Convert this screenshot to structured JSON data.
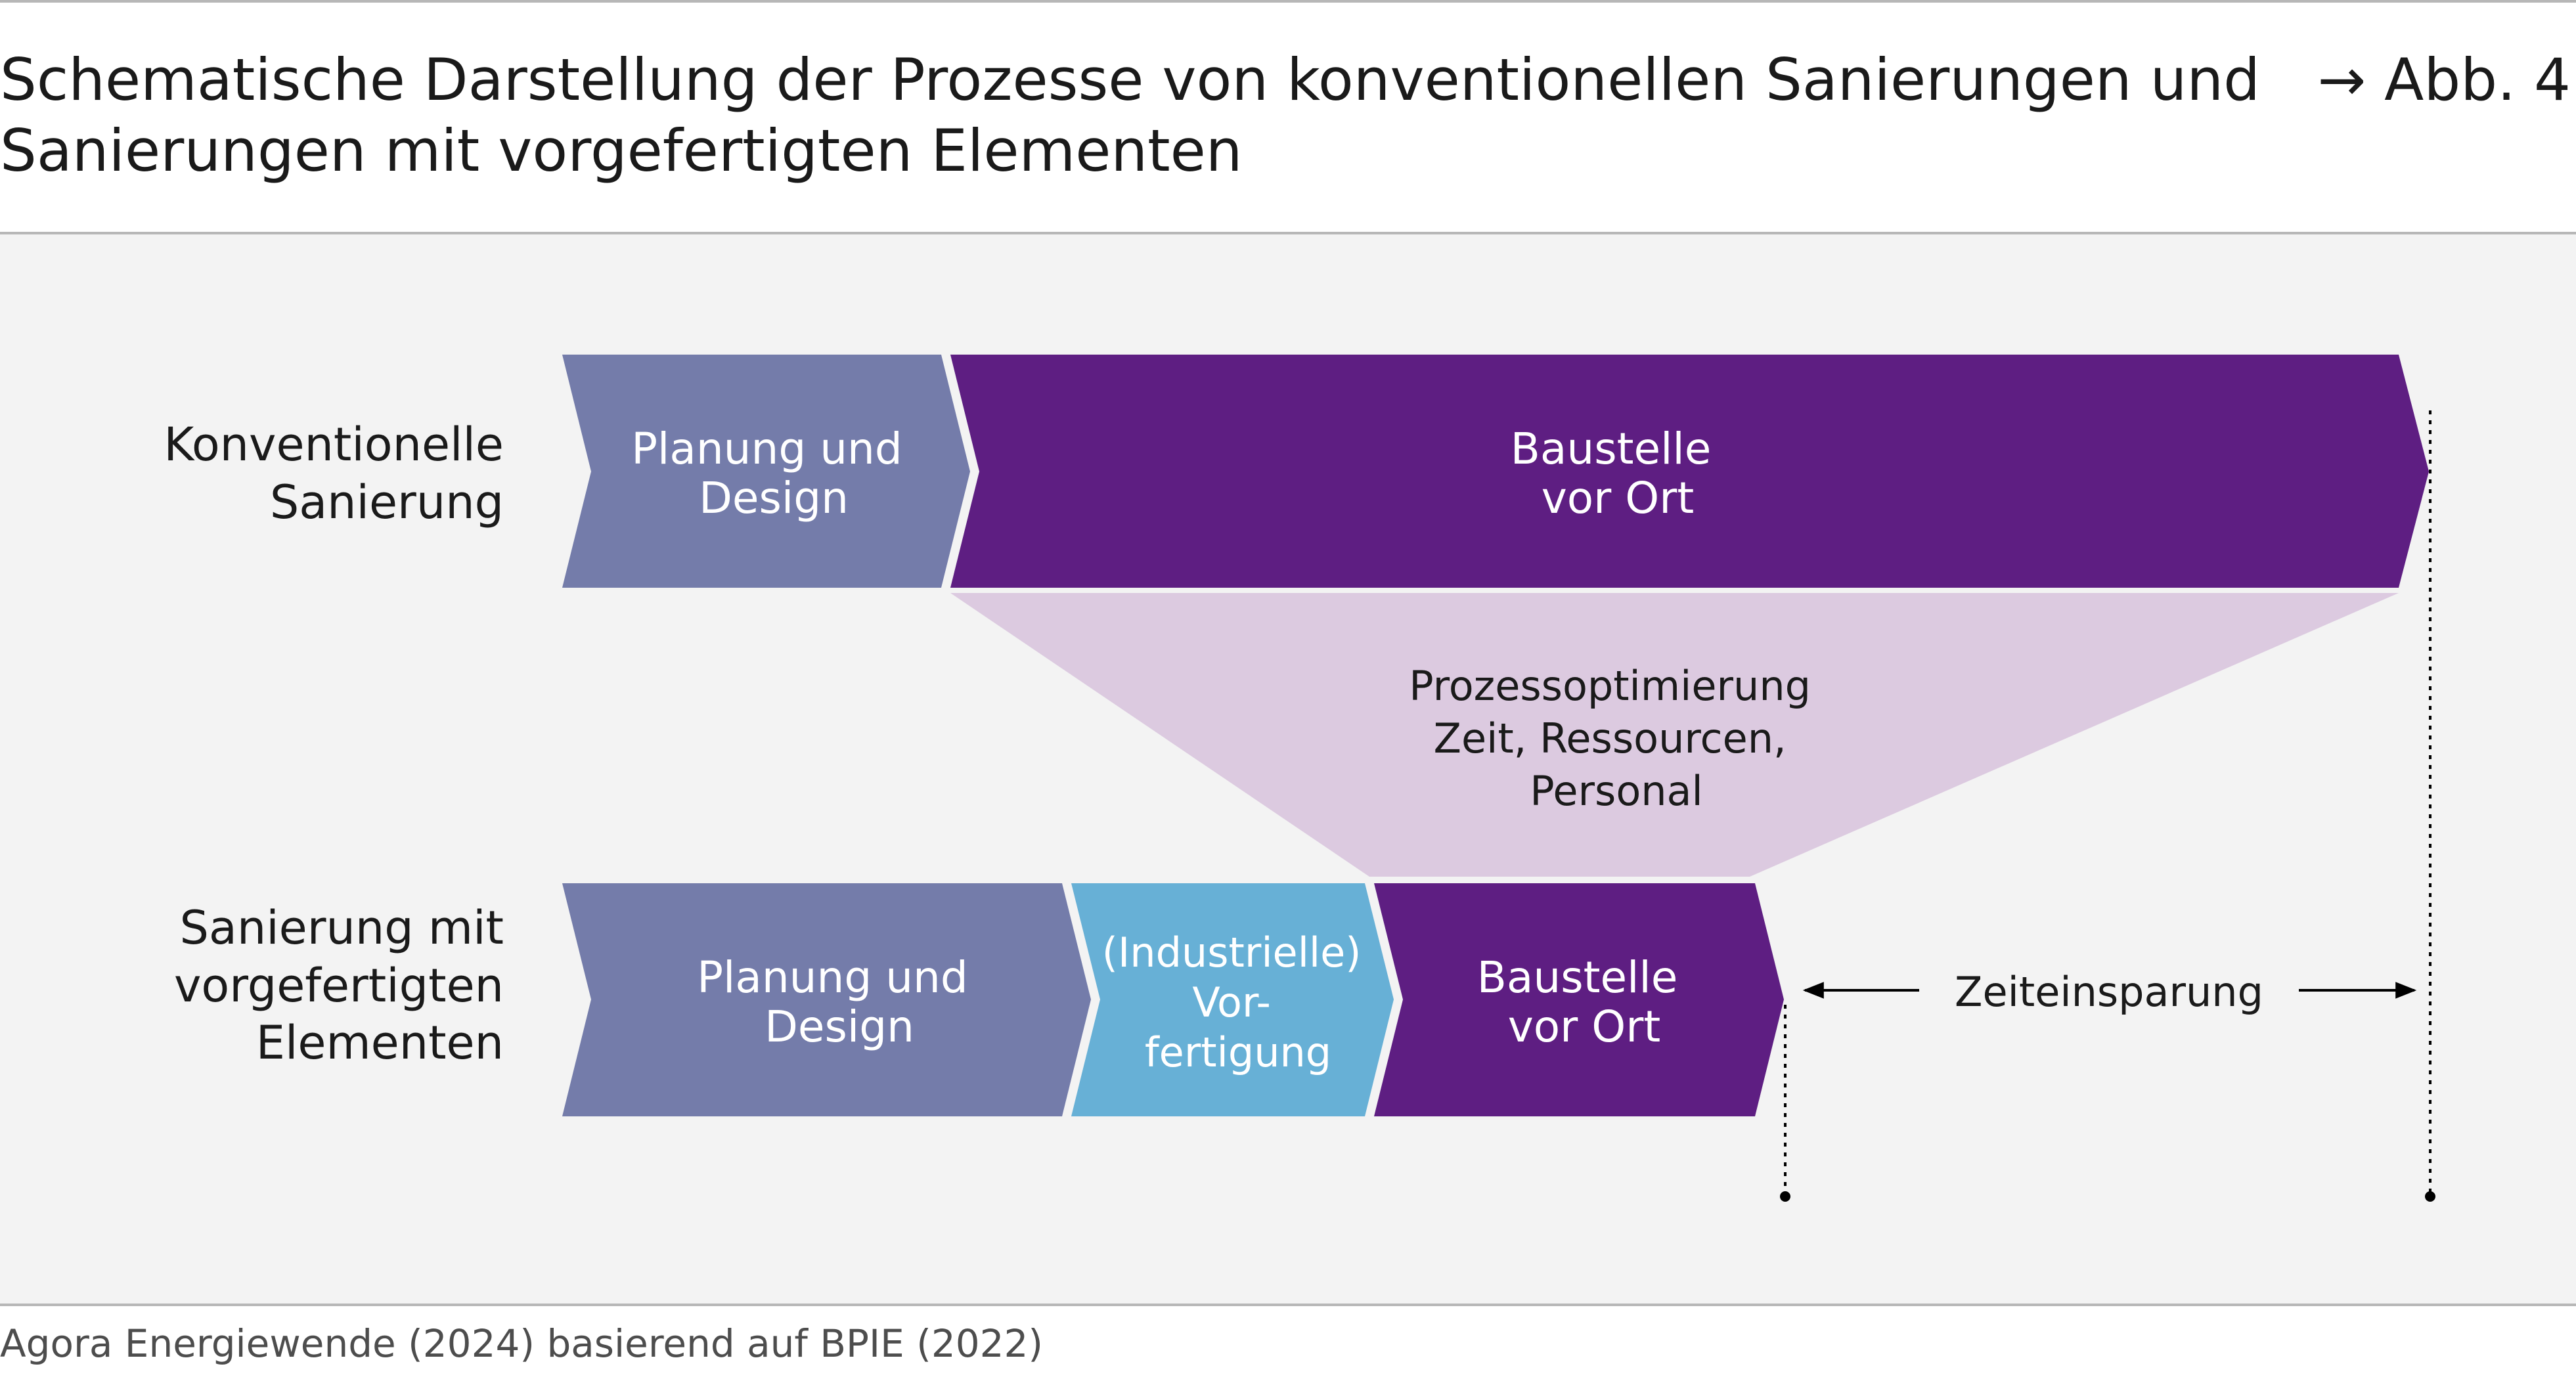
{
  "header": {
    "title_line1": "Schematische Darstellung der Prozesse von konventionellen Sanierungen und",
    "title_line2": "Sanierungen mit vorgefertigten Elementen",
    "figure_ref": "→ Abb. 4"
  },
  "rows": {
    "conventional": {
      "label_line1": "Konventionelle",
      "label_line2": "Sanierung",
      "steps": [
        {
          "line1": "Planung und",
          "line2": "Design"
        },
        {
          "line1": "Baustelle",
          "line2": "vor Ort"
        }
      ]
    },
    "prefab": {
      "label_line1": "Sanierung mit",
      "label_line2": "vorgefertigten",
      "label_line3": "Elementen",
      "steps": [
        {
          "line1": "Planung und",
          "line2": "Design"
        },
        {
          "line1": "(Industrielle)",
          "line2": "Vor-",
          "line3": "fertigung"
        },
        {
          "line1": "Baustelle",
          "line2": "vor Ort"
        }
      ]
    }
  },
  "optimization": {
    "line1": "Prozessoptimierung",
    "line2": "Zeit, Ressourcen,",
    "line3": "Personal"
  },
  "savings_label": "Zeiteinsparung",
  "source": "Agora Energiewende (2024) basierend auf BPIE (2022)",
  "colors": {
    "planning": "#747caa",
    "site": "#5e1e82",
    "prefab": "#67b0d6",
    "optimization": "#dccae0",
    "panel": "#f3f3f3"
  }
}
